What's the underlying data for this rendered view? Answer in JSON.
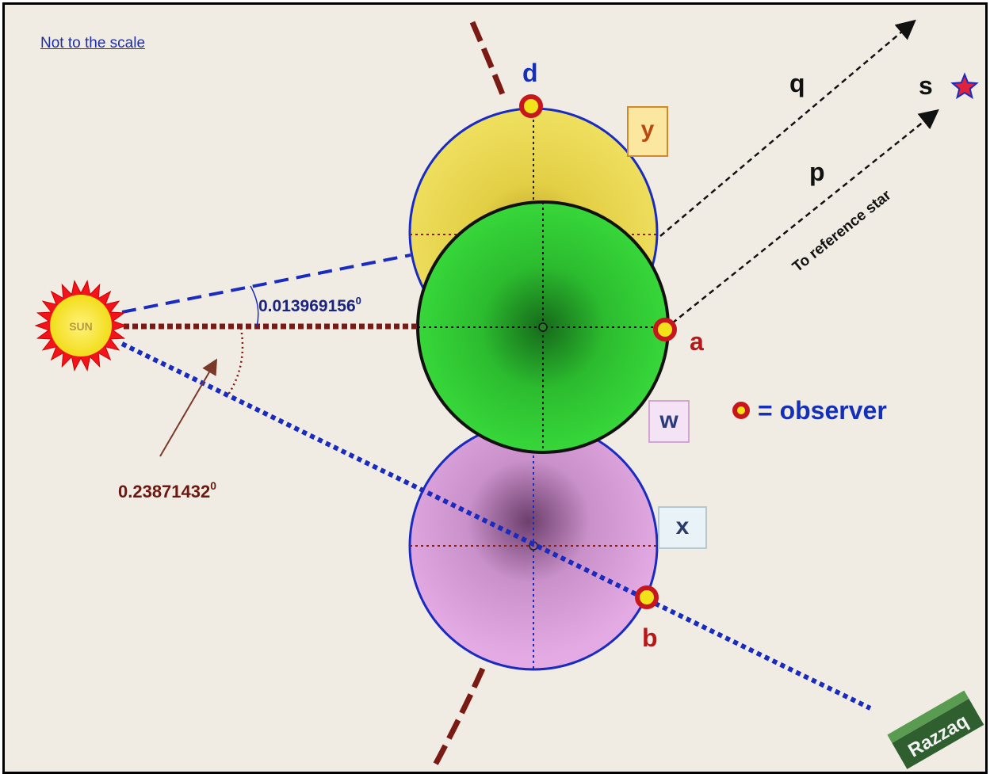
{
  "note": "Not to the scale",
  "sun_label": "SUN",
  "angle_small": "0.013969156",
  "angle_large": "0.23871432",
  "degree_mark": "0",
  "points": {
    "d": "d",
    "a": "a",
    "b": "b",
    "q": "q",
    "p": "p",
    "s": "s"
  },
  "boxes": {
    "y": "y",
    "w": "w",
    "x": "x"
  },
  "ref_star_text": "To reference star",
  "legend": {
    "text": "= observer"
  },
  "watermark": "Razzaq",
  "colors": {
    "background": "#f1ece3",
    "yellow_body": "#eddc55",
    "green_body": "#35d83a",
    "pink_body": "#e0a6e0",
    "circle_outline": "#1a2bc0",
    "maroon": "#7a1a14",
    "blue_line": "#1a2bc0",
    "observer_ring": "#c8171c",
    "observer_fill": "#f2e21a"
  }
}
